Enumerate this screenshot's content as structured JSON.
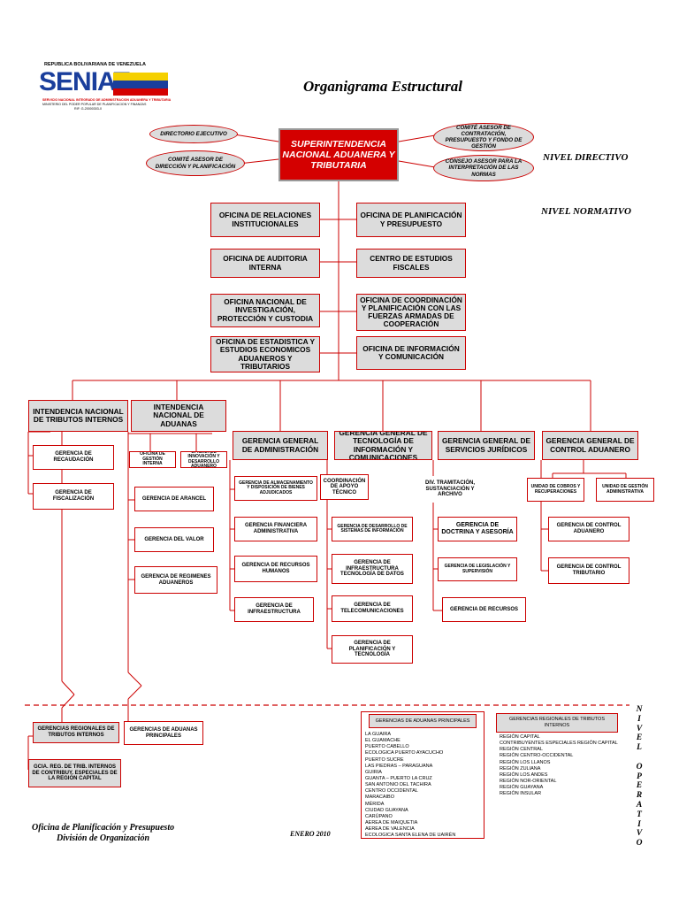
{
  "header": {
    "country": "REPUBLICA BOLIVARIANA DE VENEZUELA",
    "logo_text_left": "SEN",
    "logo_text_right": "IAT",
    "logo_sub": "SERVICIO NACIONAL INTEGRADO DE ADMINISTRACION ADUANERA Y TRIBUTARIA",
    "logo_sub2": "MINISTERIO DEL PODER POPULAR DE PLANIFICACION Y FINANZAS",
    "logo_rif": "RIF: G-20000303-0",
    "title": "Organigrama Estructural"
  },
  "levels": {
    "directivo": "NIVEL DIRECTIVO",
    "normativo": "NIVEL NORMATIVO",
    "operativo_letters": [
      "N",
      "I",
      "V",
      "E",
      "L",
      "",
      "O",
      "P",
      "E",
      "R",
      "A",
      "T",
      "I",
      "V",
      "O"
    ]
  },
  "top": {
    "superintendencia": "SUPERINTENDENCIA NACIONAL ADUANERA Y TRIBUTARIA",
    "directorio": "DIRECTORIO EJECUTIVO",
    "comite_direccion": "COMITÉ ASESOR DE DIRECCIÓN Y PLANIFICACIÓN",
    "comite_contratacion": "COMITÉ ASESOR DE CONTRATACIÓN, PRESUPUESTO Y FONDO DE GESTIÓN",
    "consejo": "CONSEJO ASESOR PARA LA INTERPRETACIÓN DE LAS NORMAS"
  },
  "offices": {
    "relaciones": "OFICINA DE RELACIONES INSTITUCIONALES",
    "planificacion": "OFICINA DE PLANIFICACIÓN Y PRESUPUESTO",
    "auditoria": "OFICINA DE AUDITORIA INTERNA",
    "estudios": "CENTRO DE ESTUDIOS FISCALES",
    "investigacion": "OFICINA NACIONAL DE INVESTIGACIÓN, PROTECCIÓN Y CUSTODIA",
    "coordinacion": "OFICINA DE COORDINACIÓN Y PLANIFICACIÓN CON LAS FUERZAS ARMADAS DE COOPERACIÓN",
    "estadistica": "OFICINA DE ESTADISTICA Y ESTUDIOS ECONOMICOS ADUANEROS Y TRIBUTARIOS",
    "informacion": "OFICINA DE INFORMACIÓN Y COMUNICACIÓN"
  },
  "units": {
    "int_tributos": "INTENDENCIA NACIONAL DE TRIBUTOS INTERNOS",
    "int_aduanas": "INTENDENCIA NACIONAL DE ADUANAS",
    "gg_admin": "GERENCIA GENERAL DE ADMINISTRACIÓN",
    "gg_tecno": "GERENCIA GENERAL DE TECNOLOGÍA DE INFORMACIÓN Y COMUNICACIONES",
    "gg_juridicos": "GERENCIA GENERAL DE SERVICIOS JURÍDICOS",
    "gg_control": "GERENCIA GENERAL DE CONTROL ADUANERO"
  },
  "sub": {
    "recaudacion": "GERENCIA DE RECAUDACIÓN",
    "fiscalizacion": "GERENCIA DE FISCALIZACIÓN",
    "gestion_interna": "OFICINA DE GESTIÓN INTERNA",
    "innovacion": "OFICINA DE INNOVACIÓN Y DESARROLLO ADUANERO",
    "arancel": "GERENCIA DE ARANCEL",
    "valor": "GERENCIA DEL VALOR",
    "regimenes": "GERENCIA DE REGIMENES ADUANEROS",
    "almacenamiento": "GERENCIA DE ALMACENAMIENTO Y DISPOSICIÓN DE BIENES ADJUDICADOS",
    "financiera": "GERENCIA FINANCIERA ADMINISTRATIVA",
    "rrhh": "GERENCIA DE RECURSOS HUMANOS",
    "infraestructura": "GERENCIA DE INFRAESTRUCTURA",
    "apoyo": "COORDINACIÓN DE APOYO TÉCNICO",
    "desarrollo": "GERENCIA DE DESARROLLO DE SISTEMAS DE INFORMACIÓN",
    "infra_tec": "GERENCIA DE INFRAESTRUCTURA TECNOLOGÍA DE DATOS",
    "telecom": "GERENCIA DE TELECOMUNICACIONES",
    "plan_tec": "GERENCIA DE PLANIFICACIÓN Y TECNOLOGÍA",
    "tramitacion": "DIV. TRAMITACIÓN, SUSTANCIACIÓN Y ARCHIVO",
    "doctrina": "GERENCIA DE DOCTRINA Y ASESORÍA",
    "legislacion": "GERENCIA DE LEGISLACIÓN Y SUPERVISIÓN",
    "recursos": "GERENCIA DE RECURSOS",
    "cobros": "UNIDAD DE COBROS Y RECUPERACIONES",
    "gestion_admin": "UNIDAD DE GESTIÓN ADMINISTRATIVA",
    "control_aduanero": "GERENCIA DE CONTROL ADUANERO",
    "control_tributario": "GERENCIA DE CONTROL TRIBUTARIO"
  },
  "operativo": {
    "regionales_tributos": "GERENCIAS REGIONALES DE TRIBUTOS INTERNOS",
    "aduanas_principales": "GERENCIAS DE ADUANAS PRINCIPALES",
    "gcia_capital": "GCIA. REG. DE TRIB. INTERNOS DE CONTRIBUY. ESPECIALES DE LA REGIÓN CAPITAL",
    "aduanas_list_title": "GERENCIAS DE ADUANAS PRINCIPALES",
    "aduanas_list": [
      "LA GUAIRA",
      "EL GUAMACHE",
      "PUERTO CABELLO",
      "ECOLOGICA PUERTO AYACUCHO",
      "PUERTO SUCRE",
      "LAS PIEDRAS – PARAGUANA",
      "GUIRIA",
      "GUANTA – PUERTO LA CRUZ",
      "SAN ANTONIO DEL TACHIRA",
      "CENTRO OCCIDENTAL",
      "MARACAIBO",
      "MÉRIDA",
      "CIUDAD GUAYANA",
      "CARÚPANO",
      "AEREA DE MAIQUETIA",
      "AEREA DE VALENCIA",
      "ECOLOGICA SANTA ELENA DE UAIRÉN"
    ],
    "regionales_list_title": "GERENCIAS REGIONALES DE TRIBUTOS INTERNOS",
    "regionales_list": [
      "REGIÓN CAPITAL",
      "CONTRIBUYENTES ESPECIALES REGIÓN CAPITAL",
      "REGIÓN CENTRAL",
      "REGIÓN CENTRO-OCCIDENTAL",
      "REGIÓN LOS LLANOS",
      "REGIÓN ZULIANA",
      "REGIÓN LOS ANDES",
      "REGIÓN NOR-ORIENTAL",
      "REGIÓN GUAYANA",
      "REGIÓN INSULAR"
    ]
  },
  "footer": {
    "office": "Oficina de Planificación y Presupuesto",
    "division": "División de Organización",
    "date": "ENERO 2010"
  },
  "colors": {
    "line": "#cc0000",
    "box_fill": "#dcdcdc",
    "sup_fill": "#d40000",
    "flag_yellow": "#f5d000",
    "flag_blue": "#1a3e9c"
  }
}
